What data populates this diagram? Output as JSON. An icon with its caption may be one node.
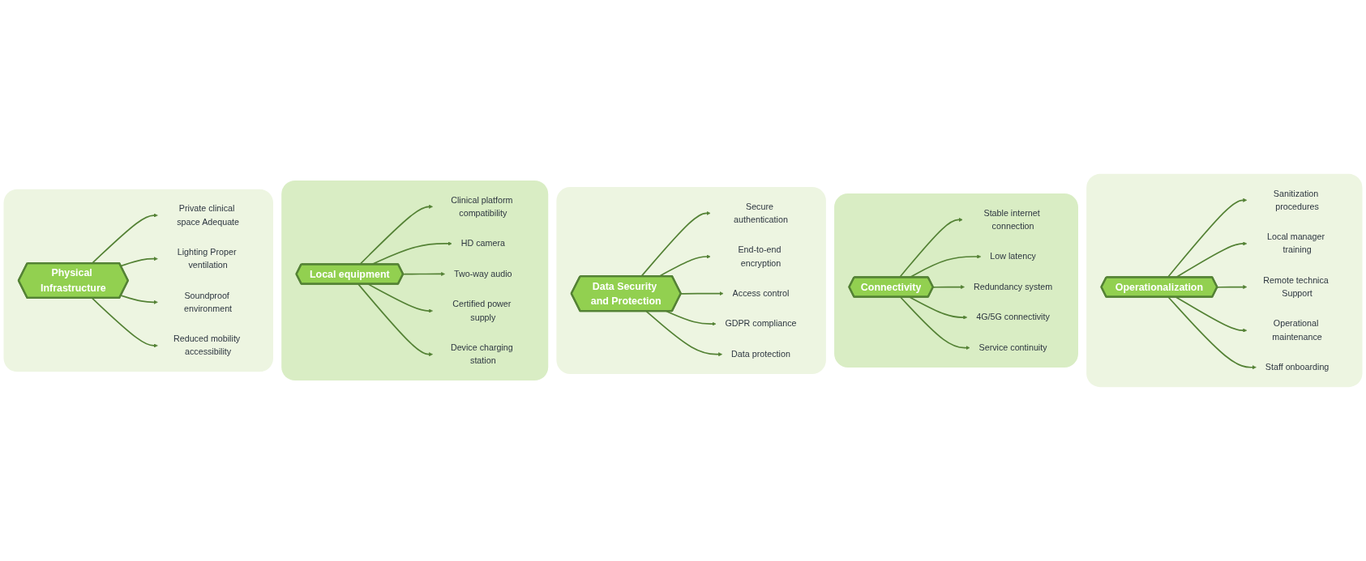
{
  "diagram": {
    "nodes": [
      {
        "text": [],
        "shape": "box"
      },
      {
        "text": [
          "Physical Infrastructure"
        ],
        "in": 0
      },
      {
        "text": [
          "Private clinical space Adequate"
        ],
        "in": 0
      },
      {
        "text": [
          "Lighting Proper ventilation"
        ],
        "in": 0
      },
      {
        "text": [
          "Soundproof environment"
        ],
        "in": 0
      },
      {
        "text": [
          "Reduced mobility accessibility"
        ],
        "in": 0
      },
      {
        "text": [],
        "shape": "box"
      },
      {
        "text": [
          "Local equipment"
        ],
        "in": 6
      },
      {
        "text": [
          "Clinical platform compatibility"
        ],
        "in": 6
      },
      {
        "text": [
          "HD camera"
        ],
        "in": 6
      },
      {
        "text": [
          "Two-way audio"
        ],
        "in": 6
      },
      {
        "text": [
          "Certified power supply"
        ],
        "in": 6
      },
      {
        "text": [
          "Device charging station"
        ],
        "in": 6
      },
      {
        "text": [],
        "shape": "box"
      },
      {
        "text": [
          "Data Security and Protection"
        ],
        "in": 13
      },
      {
        "text": [
          "Secure authentication"
        ],
        "in": 13
      },
      {
        "text": [
          "End-to-end encryption"
        ],
        "in": 13
      },
      {
        "text": [
          "Access control"
        ],
        "in": 13
      },
      {
        "text": [
          "GDPR compliance"
        ],
        "in": 13
      },
      {
        "text": [
          "Data protection"
        ],
        "in": 13
      },
      {
        "text": [],
        "shape": "box"
      },
      {
        "text": [
          "Connectivity"
        ],
        "in": 20
      },
      {
        "text": [
          "Stable internet connection"
        ],
        "in": 20
      },
      {
        "text": [
          "Low latency"
        ],
        "in": 20
      },
      {
        "text": [
          "Redundancy system"
        ],
        "in": 20
      },
      {
        "text": [
          "4G/5G connectivity"
        ],
        "in": 20
      },
      {
        "text": [
          "Service continuity"
        ],
        "in": 20
      },
      {
        "text": [],
        "shape": "box"
      },
      {
        "text": [
          "Operationalization"
        ],
        "in": 27
      },
      {
        "text": [
          "Sanitization procedures"
        ],
        "in": 27
      },
      {
        "text": [
          "Local manager training"
        ],
        "in": 27
      },
      {
        "text": [
          "Remote technica Support"
        ],
        "in": 27
      },
      {
        "text": [
          "Operational maintenance"
        ],
        "in": 27
      },
      {
        "text": [
          "Staff onboarding"
        ],
        "in": 27
      }
    ],
    "edges": [
      {
        "from": 1,
        "to": 2,
        "arrow": "to"
      },
      {
        "from": 1,
        "to": 3,
        "arrow": "to"
      },
      {
        "from": 1,
        "to": 4,
        "arrow": "to"
      },
      {
        "from": 1,
        "to": 5,
        "arrow": "to"
      },
      {
        "from": 7,
        "to": 8,
        "arrow": "to"
      },
      {
        "from": 7,
        "to": 9,
        "arrow": "to"
      },
      {
        "from": 7,
        "to": 10,
        "arrow": "to"
      },
      {
        "from": 7,
        "to": 11,
        "arrow": "to"
      },
      {
        "from": 7,
        "to": 12,
        "arrow": "to"
      },
      {
        "from": 14,
        "to": 15,
        "arrow": "to"
      },
      {
        "from": 14,
        "to": 16,
        "arrow": "to"
      },
      {
        "from": 14,
        "to": 17,
        "arrow": "to"
      },
      {
        "from": 14,
        "to": 18,
        "arrow": "to"
      },
      {
        "from": 14,
        "to": 19,
        "arrow": "to"
      },
      {
        "from": 21,
        "to": 22,
        "arrow": "to"
      },
      {
        "from": 21,
        "to": 23,
        "arrow": "to"
      },
      {
        "from": 21,
        "to": 24,
        "arrow": "to"
      },
      {
        "from": 21,
        "to": 25,
        "arrow": "to"
      },
      {
        "from": 21,
        "to": 26,
        "arrow": "to"
      },
      {
        "from": 28,
        "to": 29,
        "arrow": "to"
      },
      {
        "from": 28,
        "to": 30,
        "arrow": "to"
      },
      {
        "from": 28,
        "to": 31,
        "arrow": "to"
      },
      {
        "from": 28,
        "to": 32,
        "arrow": "to"
      },
      {
        "from": 28,
        "to": 33,
        "arrow": "to"
      }
    ]
  }
}
